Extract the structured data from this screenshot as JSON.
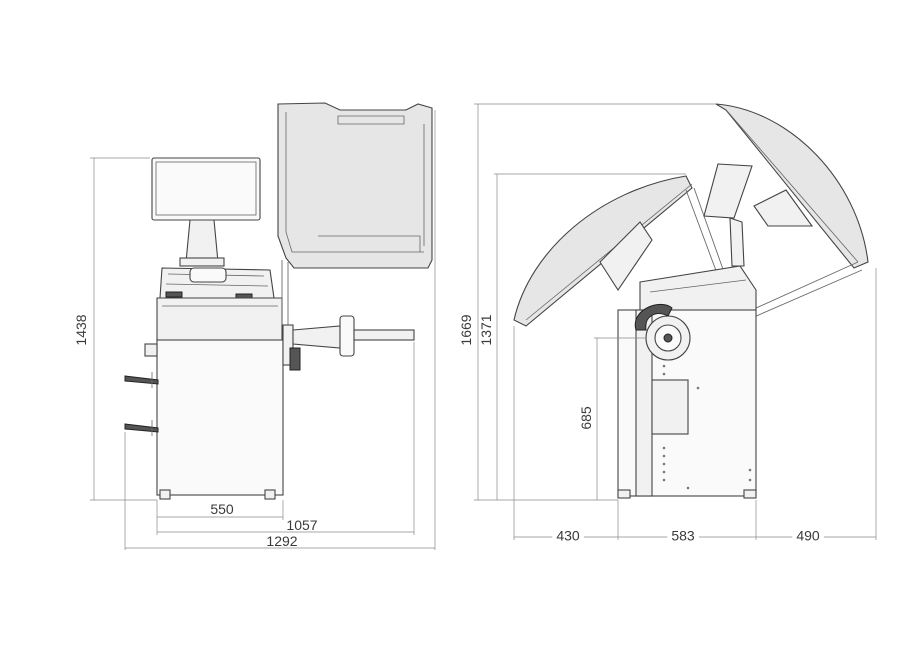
{
  "front_view": {
    "height_label": "1438",
    "width_labels": [
      "550",
      "1057",
      "1292"
    ]
  },
  "side_view": {
    "height_labels": [
      "1669",
      "1371",
      "685"
    ],
    "width_labels": [
      "430",
      "583",
      "490"
    ]
  }
}
